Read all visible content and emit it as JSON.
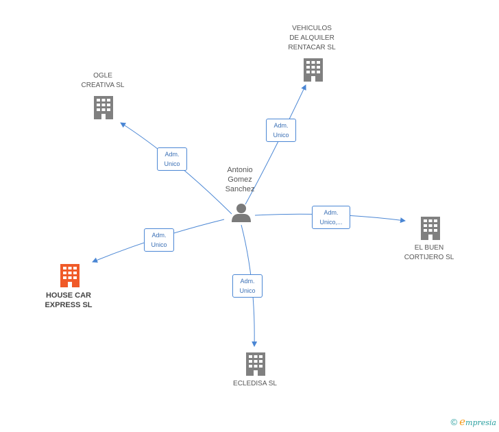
{
  "center": {
    "name": "Antonio\nGomez\nSanchez"
  },
  "companies": {
    "ogle": {
      "name": "OGLE\nCREATIVA SL",
      "color": "#808080"
    },
    "vehiculos": {
      "name": "VEHICULOS\nDE ALQUILER\nRENTACAR SL",
      "color": "#808080"
    },
    "buen": {
      "name": "EL BUEN\nCORTIJERO SL",
      "color": "#808080"
    },
    "ecledisa": {
      "name": "ECLEDISA SL",
      "color": "#808080"
    },
    "house": {
      "name": "HOUSE CAR\nEXPRESS SL",
      "color": "#f05a28"
    }
  },
  "relations": {
    "ogle": "Adm.\nUnico",
    "vehiculos": "Adm.\nUnico",
    "buen": "Adm.\nUnico,...",
    "ecledisa": "Adm.\nUnico",
    "house": "Adm.\nUnico"
  },
  "footer": {
    "copyright": "©",
    "brand_initial": "e",
    "brand_rest": "mpresia"
  },
  "colors": {
    "edge": "#4a86d4",
    "building": "#808080",
    "building_highlight": "#f05a28",
    "person": "#7a7a7a"
  }
}
